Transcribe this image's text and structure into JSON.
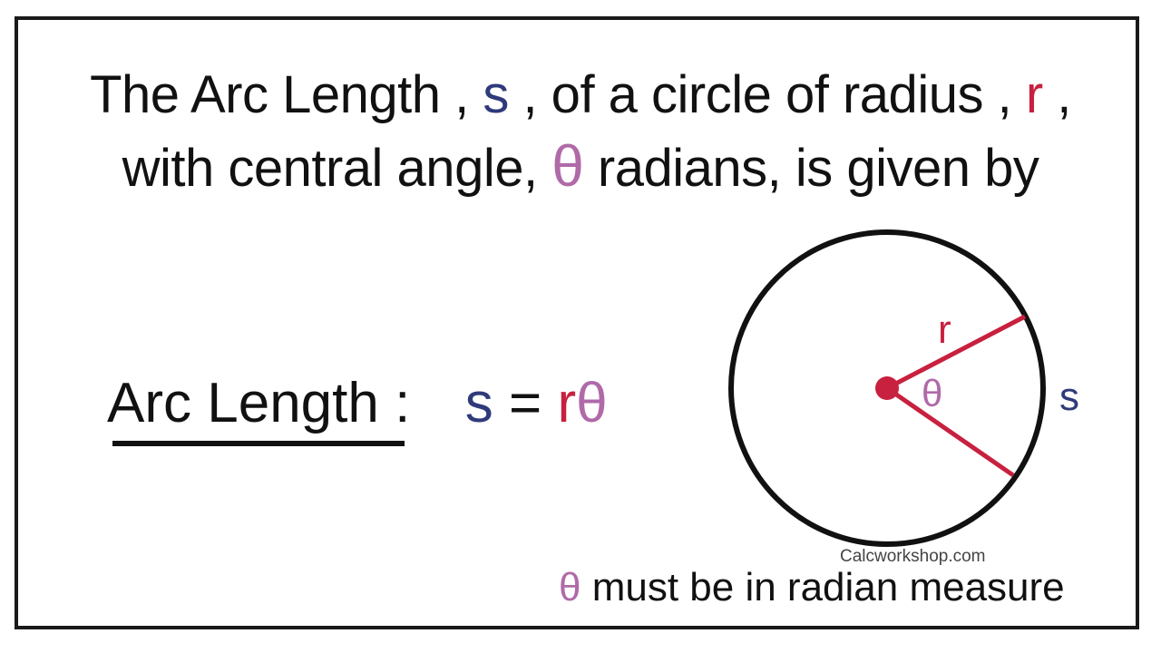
{
  "heading": {
    "line1": {
      "part1": "The Arc Length , ",
      "s": "s",
      "part2": " , of a circle of radius , ",
      "r": "r",
      "part3": " ,"
    },
    "line2": {
      "part1": "with central angle, ",
      "theta": "θ",
      "part2": " radians, is given by"
    }
  },
  "formula": {
    "label": "Arc Length",
    "colon": ":",
    "s": "s",
    "equals": "=",
    "r": "r",
    "theta": "θ"
  },
  "diagram": {
    "radius_label": "r",
    "angle_label": "θ",
    "arc_label": "s"
  },
  "credit": "Calcworkshop.com",
  "note": {
    "theta": "θ",
    "text": "must be in radian measure"
  },
  "colors": {
    "s": "#2e3a7a",
    "r": "#c8203f",
    "theta": "#b06aa8",
    "circle": "#111111"
  }
}
